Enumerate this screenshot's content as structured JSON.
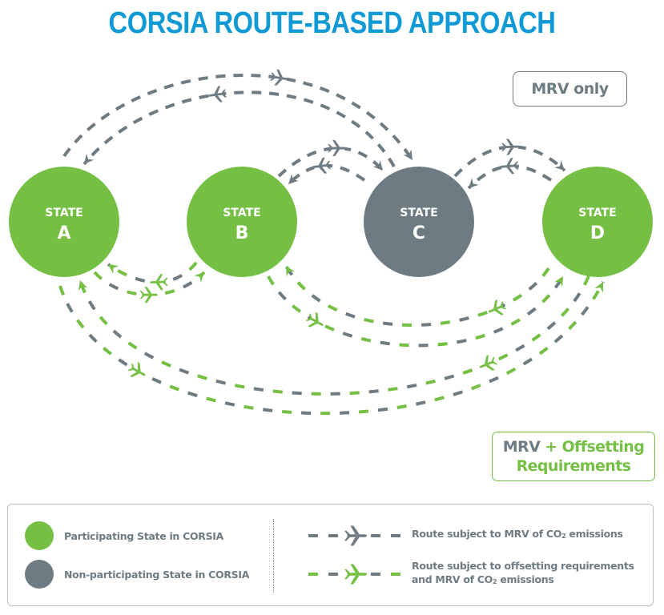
{
  "title": "CORSIA ROUTE-BASED APPROACH",
  "colors": {
    "title": "#0f9ad6",
    "participating": "#74bf44",
    "non_participating": "#6e7b83"
  },
  "states": [
    {
      "id": "A",
      "label_top": "STATE",
      "label_letter": "A",
      "status": "participating"
    },
    {
      "id": "B",
      "label_top": "STATE",
      "label_letter": "B",
      "status": "participating"
    },
    {
      "id": "C",
      "label_top": "STATE",
      "label_letter": "C",
      "status": "non-participating"
    },
    {
      "id": "D",
      "label_top": "STATE",
      "label_letter": "D",
      "status": "participating"
    }
  ],
  "routes": [
    {
      "from": "A",
      "to": "C",
      "type": "mrv_only"
    },
    {
      "from": "C",
      "to": "A",
      "type": "mrv_only"
    },
    {
      "from": "B",
      "to": "C",
      "type": "mrv_only"
    },
    {
      "from": "C",
      "to": "B",
      "type": "mrv_only"
    },
    {
      "from": "C",
      "to": "D",
      "type": "mrv_only"
    },
    {
      "from": "D",
      "to": "C",
      "type": "mrv_only"
    },
    {
      "from": "A",
      "to": "B",
      "type": "offsetting"
    },
    {
      "from": "B",
      "to": "A",
      "type": "offsetting"
    },
    {
      "from": "B",
      "to": "D",
      "type": "offsetting"
    },
    {
      "from": "D",
      "to": "B",
      "type": "offsetting"
    },
    {
      "from": "A",
      "to": "D",
      "type": "offsetting"
    },
    {
      "from": "D",
      "to": "A",
      "type": "offsetting"
    }
  ],
  "callouts": {
    "mrv_only": "MRV only",
    "offsetting_part1": "MRV",
    "offsetting_part2": "+ Offsetting",
    "offsetting_part3": "Requirements"
  },
  "legend": {
    "participating": "Participating State in CORSIA",
    "non_participating": "Non-participating State in CORSIA",
    "route_mrv_prefix": "Route subject to MRV of CO",
    "route_mrv_sub": "2",
    "route_mrv_suffix": " emissions",
    "route_off_line1": "Route subject to offsetting requirements",
    "route_off_line2_prefix": "and MRV of CO",
    "route_off_line2_sub": "2",
    "route_off_line2_suffix": " emissions"
  }
}
